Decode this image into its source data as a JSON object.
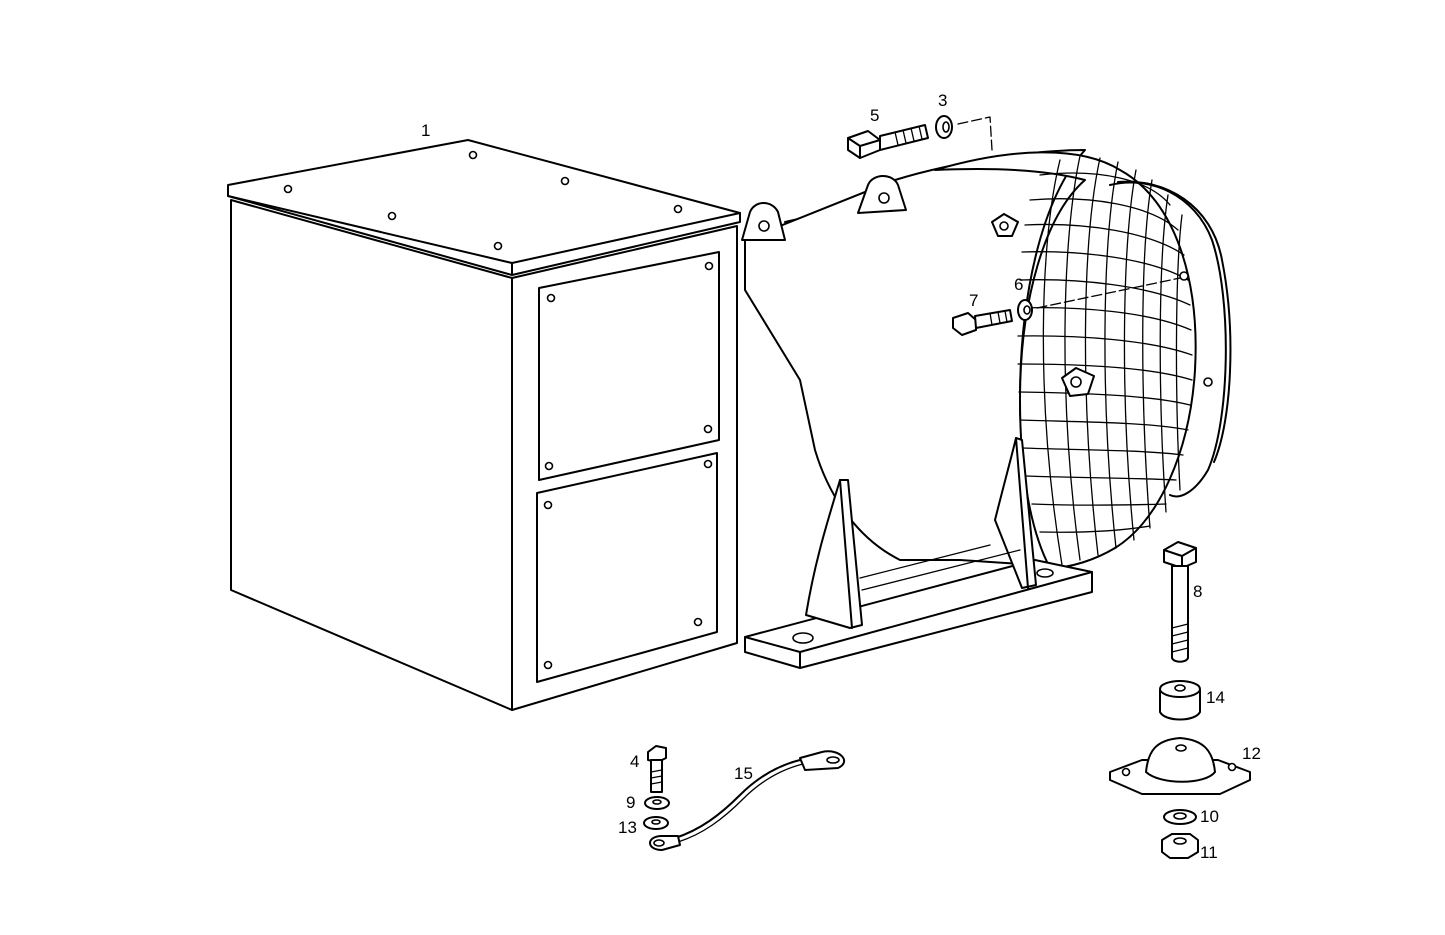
{
  "callouts": [
    {
      "id": "1",
      "text": "1"
    },
    {
      "id": "3",
      "text": "3"
    },
    {
      "id": "4",
      "text": "4"
    },
    {
      "id": "5",
      "text": "5"
    },
    {
      "id": "6",
      "text": "6"
    },
    {
      "id": "7",
      "text": "7"
    },
    {
      "id": "8",
      "text": "8"
    },
    {
      "id": "9",
      "text": "9"
    },
    {
      "id": "10",
      "text": "10"
    },
    {
      "id": "11",
      "text": "11"
    },
    {
      "id": "12",
      "text": "12"
    },
    {
      "id": "13",
      "text": "13"
    },
    {
      "id": "14",
      "text": "14"
    },
    {
      "id": "15",
      "text": "15"
    }
  ],
  "colors": {
    "line": "#000000",
    "background": "#ffffff"
  }
}
